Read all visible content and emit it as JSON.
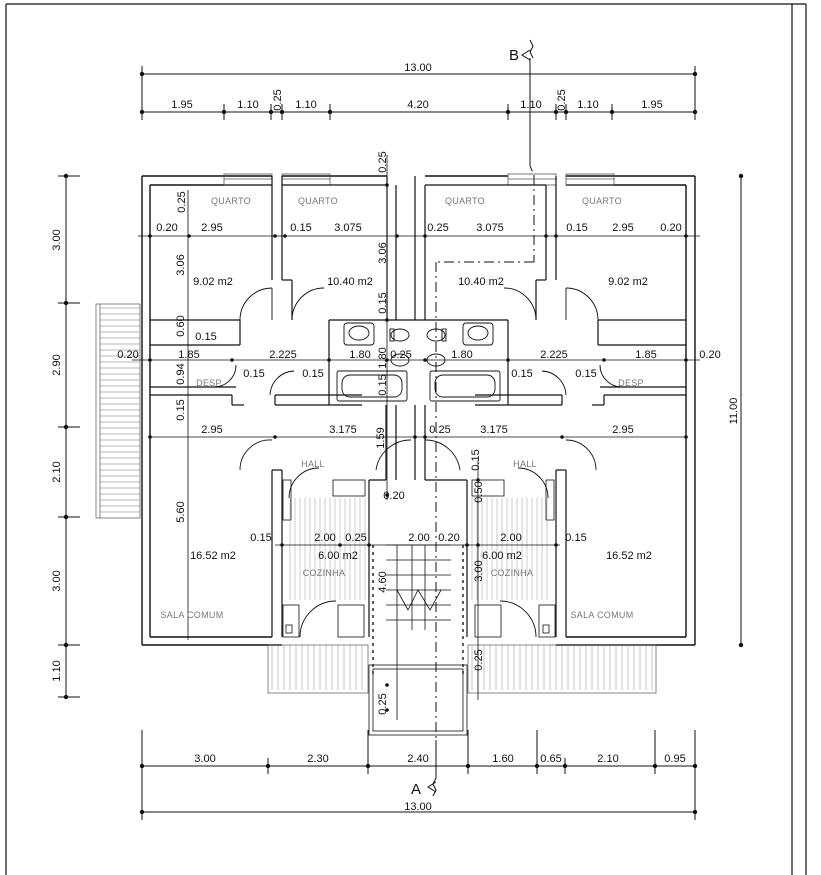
{
  "top_dims": {
    "total": "13.00",
    "segments": [
      "1.95",
      "1.10",
      "0.25",
      "1.10",
      "4.20",
      "1.10",
      "0.25",
      "1.10",
      "1.95"
    ]
  },
  "bottom_dims": {
    "total": "13.00",
    "segments": [
      "3.00",
      "2.30",
      "2.40",
      "1.60",
      "0.65",
      "2.10",
      "0.95"
    ]
  },
  "left_dims": [
    "3.00",
    "2.90",
    "2.10",
    "3.00",
    "1.10"
  ],
  "right_dim": "11.00",
  "section_marks": {
    "top": "B",
    "bottom": "A"
  },
  "rooms": {
    "quarto": "QUARTO",
    "desp": "DESP",
    "hall": "HALL",
    "cozinha": "COZINHA",
    "sala_comum": "SALA COMUM"
  },
  "areas": {
    "quarto_small": "9.02 m2",
    "quarto_large": "10.40 m2",
    "sala": "16.52 m2",
    "cozinha": "6.00 m2"
  },
  "interior_dims": {
    "quarto_row": [
      "0.20",
      "2.95",
      "0.15",
      "3.075",
      "0.25",
      "3.075",
      "0.15",
      "2.95",
      "0.20"
    ],
    "mid_row": [
      "0.20",
      "1.85",
      "2.225",
      "1.80",
      "0.25",
      "1.80",
      "2.225",
      "1.85",
      "0.20"
    ],
    "hall_row": [
      "2.95",
      "3.175",
      "0.25",
      "3.175",
      "2.95"
    ],
    "kitchen_row": [
      "0.15",
      "2.00",
      "0.25",
      "2.00",
      "0.20",
      "2.00",
      "0.15"
    ],
    "misc": {
      "d025": "0.25",
      "d306": "3.06",
      "d015": "0.15",
      "d060": "0.60",
      "d094": "0.94",
      "d560": "5.60",
      "d159": "1.59",
      "d020": "0.20",
      "d180": "1.80",
      "d460": "4.60",
      "d300": "3.00",
      "d050": "0.50"
    }
  }
}
